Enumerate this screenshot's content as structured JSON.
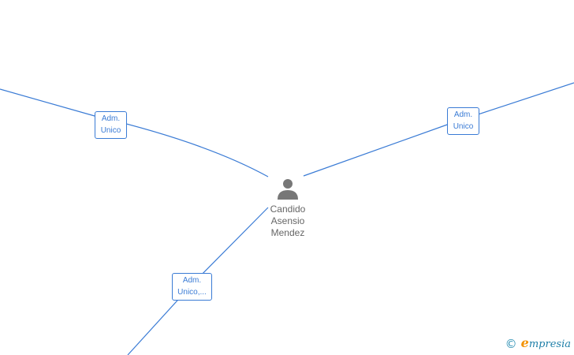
{
  "person": {
    "name_lines": [
      "Candido",
      "Asensio",
      "Mendez"
    ],
    "icon": "person-icon"
  },
  "edges": [
    {
      "label_lines": [
        "Adm.",
        "Unico"
      ]
    },
    {
      "label_lines": [
        "Adm.",
        "Unico"
      ]
    },
    {
      "label_lines": [
        "Adm.",
        "Unico,..."
      ]
    }
  ],
  "watermark": {
    "symbol": "©",
    "brand_initial": "e",
    "brand_rest": "mpresia"
  },
  "colors": {
    "edge": "#3a7bd5",
    "node_text": "#666666",
    "icon": "#777777",
    "brand_primary": "#1f7fa8",
    "brand_accent": "#f39200"
  }
}
